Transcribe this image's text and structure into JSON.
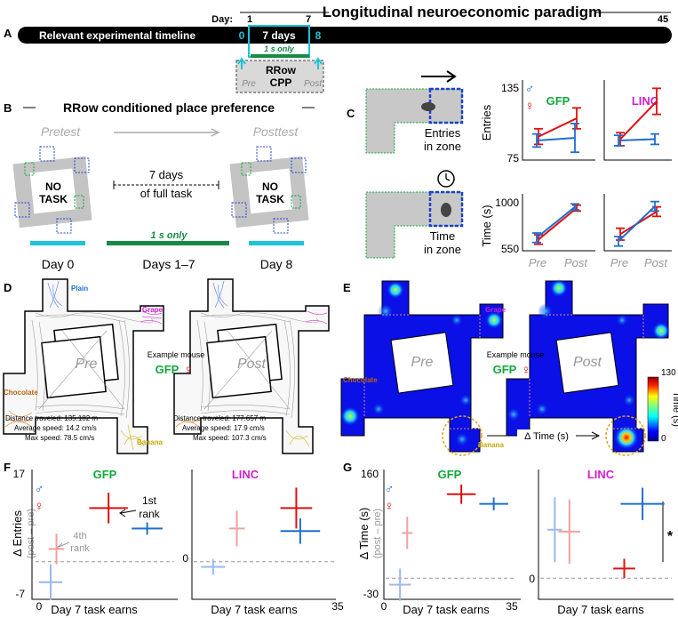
{
  "colors": {
    "green": "#11a83a",
    "magenta": "#d020d0",
    "cyan": "#1cc4d8",
    "dkgreen": "#168a45",
    "red": "#dd1111",
    "blue": "#1f6fd0",
    "lightred": "#f2a0a0",
    "lightblue": "#9ab8ec",
    "grey": "#a8a8a8"
  },
  "panelA": {
    "letter": "A",
    "title": "Longitudinal neuroeconomic paradigm",
    "day_label": "Day:",
    "day_1": "1",
    "day_7": "7",
    "day_45": "45",
    "timeline_label": "Relevant experimental timeline",
    "tick_0": "0",
    "tick_8": "8",
    "seven_days": "7 days",
    "one_s_only": "1 s only",
    "rrow": "RRow",
    "cpp": "CPP",
    "pre": "Pre",
    "post": "Post"
  },
  "panelB": {
    "letter": "B",
    "title": "RRow conditioned place preference",
    "pretest": "Pretest",
    "posttest": "Posttest",
    "no": "NO",
    "task": "TASK",
    "mid_1": "7 days",
    "mid_2": "of full task",
    "one_s_only": "1 s only",
    "day0": "Day 0",
    "days17": "Days 1–7",
    "day8": "Day 8"
  },
  "panelC": {
    "letter": "C",
    "entries_1": "Entries",
    "entries_2": "in zone",
    "time_1": "Time",
    "time_2": "in zone",
    "gfp": "GFP",
    "linc": "LINC",
    "male": "♂",
    "female": "♀",
    "ylabel_entries": "Entries",
    "ylabel_time": "Time (s)",
    "entries_ticks": [
      "135",
      "75"
    ],
    "time_ticks": [
      "1000",
      "550"
    ],
    "x_ticks": [
      "Pre",
      "Post"
    ]
  },
  "panelD": {
    "letter": "D",
    "plain": "Plain",
    "grape": "Grape",
    "chocolate": "Chocolate",
    "banana": "Banana",
    "pre": "Pre",
    "post": "Post",
    "example_mouse": "Example mouse",
    "gfp": "GFP",
    "female": "♀",
    "stats_pre": [
      "Distance traveled: 135.182 m",
      "Average speed: 14.2 cm/s",
      "Max speed: 78.5 cm/s"
    ],
    "stats_post": [
      "Distance traveled: 177.657 m",
      "Average speed: 17.9 cm/s",
      "Max speed: 107.3 cm/s"
    ]
  },
  "panelE": {
    "letter": "E",
    "plain": "Plain",
    "grape": "Grape",
    "chocolate": "Chocolate",
    "banana": "Banana",
    "pre": "Pre",
    "post": "Post",
    "example_mouse": "Example mouse",
    "gfp": "GFP",
    "female": "♀",
    "delta_time": "Δ Time (s)",
    "cbar_max": "130",
    "cbar_min": "0",
    "cbar_label": "Time (s)"
  },
  "panelF": {
    "letter": "F",
    "gfp": "GFP",
    "linc": "LINC",
    "male": "♂",
    "female": "♀",
    "ylabel_1": "Δ Entries",
    "ylabel_2": "(post – pre)",
    "ytick_top": "17",
    "ytick_bottom": "-7",
    "ytick_zero": "0",
    "xtick_0": "0",
    "xtick_35": "35",
    "xlabel": "Day 7 task earns",
    "rank1_1": "1st",
    "rank1_2": "rank",
    "rank4_1": "4th",
    "rank4_2": "rank"
  },
  "panelG": {
    "letter": "G",
    "gfp": "GFP",
    "linc": "LINC",
    "male": "♂",
    "female": "♀",
    "ylabel_1": "Δ Time (s)",
    "ylabel_2": "(post – pre)",
    "ytick_top": "160",
    "ytick_bottom": "-30",
    "ytick_zero": "0",
    "xtick_0": "0",
    "xtick_35": "35",
    "xlabel": "Day 7 task earns",
    "sig": "*"
  },
  "chart_data": [
    {
      "type": "line",
      "panel": "C-GFP-entries",
      "x": [
        "Pre",
        "Post"
      ],
      "ylim": [
        75,
        135
      ],
      "series": [
        {
          "color": "red",
          "values": [
            93,
            107
          ],
          "err": [
            6,
            8
          ]
        },
        {
          "color": "blue",
          "values": [
            90,
            92
          ],
          "err": [
            5,
            11
          ]
        }
      ]
    },
    {
      "type": "line",
      "panel": "C-LINC-entries",
      "x": [
        "Pre",
        "Post"
      ],
      "ylim": [
        75,
        135
      ],
      "series": [
        {
          "color": "red",
          "values": [
            91,
            120
          ],
          "err": [
            5,
            10
          ]
        },
        {
          "color": "blue",
          "values": [
            90,
            91
          ],
          "err": [
            4,
            4
          ]
        }
      ]
    },
    {
      "type": "line",
      "panel": "C-GFP-time",
      "x": [
        "Pre",
        "Post"
      ],
      "ylim": [
        550,
        1000
      ],
      "series": [
        {
          "color": "red",
          "values": [
            645,
            910
          ],
          "err": [
            40,
            25
          ]
        },
        {
          "color": "blue",
          "values": [
            660,
            920
          ],
          "err": [
            40,
            25
          ]
        }
      ]
    },
    {
      "type": "line",
      "panel": "C-LINC-time",
      "x": [
        "Pre",
        "Post"
      ],
      "ylim": [
        550,
        1000
      ],
      "series": [
        {
          "color": "red",
          "values": [
            690,
            880
          ],
          "err": [
            50,
            40
          ]
        },
        {
          "color": "blue",
          "values": [
            630,
            925
          ],
          "err": [
            40,
            40
          ]
        }
      ]
    },
    {
      "type": "scatter",
      "panel": "F-GFP",
      "xlim": [
        0,
        35
      ],
      "ylim": [
        -7,
        17
      ],
      "points": [
        {
          "color": "red",
          "x": 18,
          "y": 10.5,
          "xerr": 5,
          "yerr": 3
        },
        {
          "color": "blue",
          "x": 28,
          "y": 6.5,
          "xerr": 4,
          "yerr": 1.2
        },
        {
          "color": "lightred",
          "x": 4.5,
          "y": 2.5,
          "xerr": 2,
          "yerr": 3
        },
        {
          "color": "lightblue",
          "x": 3,
          "y": -4,
          "xerr": 3,
          "yerr": 3.5
        }
      ]
    },
    {
      "type": "scatter",
      "panel": "F-LINC",
      "xlim": [
        0,
        35
      ],
      "ylim": [
        -7,
        17
      ],
      "points": [
        {
          "color": "red",
          "x": 25,
          "y": 10.5,
          "xerr": 4,
          "yerr": 4
        },
        {
          "color": "blue",
          "x": 26,
          "y": 6,
          "xerr": 5,
          "yerr": 2.5
        },
        {
          "color": "lightred",
          "x": 10,
          "y": 6.5,
          "xerr": 2,
          "yerr": 3.5
        },
        {
          "color": "lightblue",
          "x": 4,
          "y": -1,
          "xerr": 3,
          "yerr": 1.5
        }
      ]
    },
    {
      "type": "scatter",
      "panel": "G-GFP",
      "xlim": [
        0,
        35
      ],
      "ylim": [
        -30,
        160
      ],
      "points": [
        {
          "color": "red",
          "x": 20,
          "y": 130,
          "xerr": 4,
          "yerr": 15
        },
        {
          "color": "blue",
          "x": 29,
          "y": 115,
          "xerr": 4,
          "yerr": 10
        },
        {
          "color": "lightred",
          "x": 5,
          "y": 70,
          "xerr": 1.5,
          "yerr": 25
        },
        {
          "color": "lightblue",
          "x": 3,
          "y": -10,
          "xerr": 3,
          "yerr": 25
        }
      ]
    },
    {
      "type": "scatter",
      "panel": "G-LINC",
      "xlim": [
        0,
        35
      ],
      "ylim": [
        -30,
        160
      ],
      "points": [
        {
          "color": "lightblue",
          "x": 3,
          "y": 75,
          "xerr": 2,
          "yerr": 50
        },
        {
          "color": "lightred",
          "x": 7,
          "y": 72,
          "xerr": 3,
          "yerr": 50
        },
        {
          "color": "blue",
          "x": 27,
          "y": 115,
          "xerr": 6,
          "yerr": 25
        },
        {
          "color": "red",
          "x": 22,
          "y": 15,
          "xerr": 3,
          "yerr": 15
        }
      ]
    }
  ]
}
